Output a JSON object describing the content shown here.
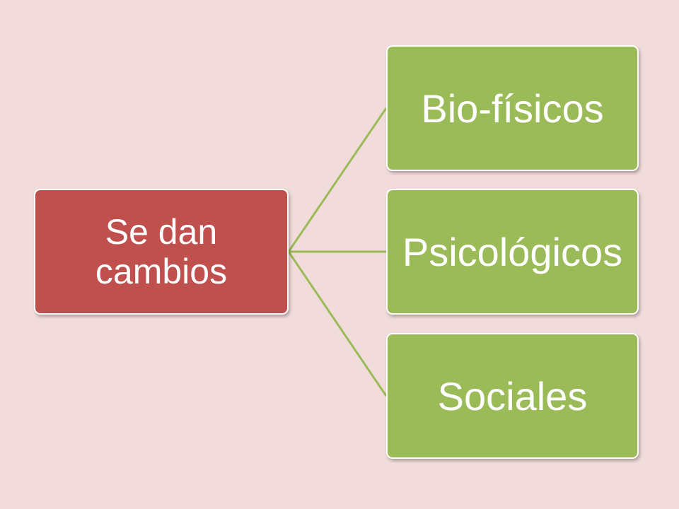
{
  "diagram": {
    "root": {
      "label": "Se dan cambios"
    },
    "children": [
      {
        "label": "Bio-físicos"
      },
      {
        "label": "Psicológicos"
      },
      {
        "label": "Sociales"
      }
    ]
  },
  "colors": {
    "background": "#f2dbdb",
    "root_fill": "#c0504d",
    "child_fill": "#9bbb59",
    "connector": "#9bbb59",
    "border": "#ffffff",
    "text": "#ffffff"
  }
}
